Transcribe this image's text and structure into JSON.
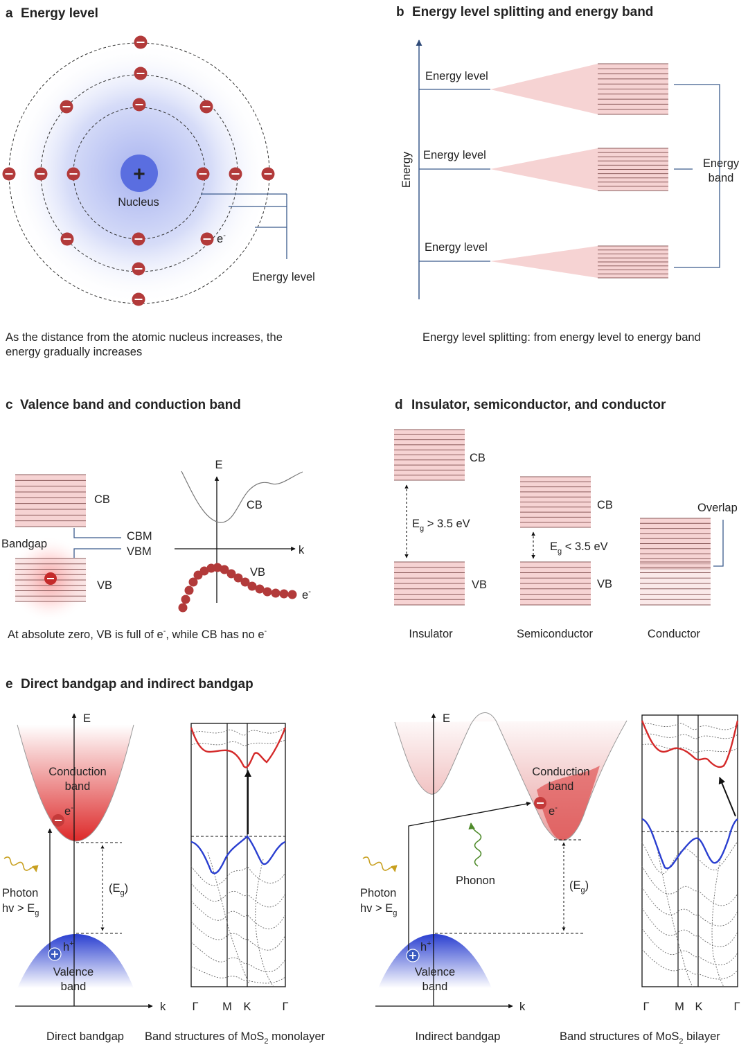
{
  "panels": {
    "a": {
      "letter": "a",
      "title": "Energy level",
      "nucleus_symbol": "+",
      "nucleus_label": "Nucleus",
      "electron_label": "e",
      "electron_sup": "-",
      "energy_level_label": "Energy level",
      "caption_line1": "As the distance from the atomic nucleus increases, the",
      "caption_line2": "energy gradually increases"
    },
    "b": {
      "letter": "b",
      "title": "Energy level splitting and energy band",
      "axis_label": "Energy",
      "level_labels": [
        "Energy level",
        "Energy level",
        "Energy level"
      ],
      "band_label_line1": "Energy",
      "band_label_line2": "band",
      "caption": "Energy level splitting: from energy level to energy band"
    },
    "c": {
      "letter": "c",
      "title": "Valence band and conduction band",
      "cb": "CB",
      "vb": "VB",
      "cbm": "CBM",
      "vbm": "VBM",
      "bandgap": "Bandgap",
      "axis_e": "E",
      "axis_k": "k",
      "curve_cb": "CB",
      "curve_vb": "VB",
      "electron": "e",
      "electron_sup": "-",
      "caption_part1": "At absolute zero, VB is full of  e",
      "caption_sup1": "-",
      "caption_part2": ", while CB has no e",
      "caption_sup2": "-"
    },
    "d": {
      "letter": "d",
      "title": "Insulator, semiconductor, and conductor",
      "cb": "CB",
      "vb": "VB",
      "overlap": "Overlap",
      "eg_main": "E",
      "eg_sub": "g",
      "insulator_gap": " > 3.5 eV",
      "semiconductor_gap": " < 3.5 eV",
      "labels": [
        "Insulator",
        "Semiconductor",
        "Conductor"
      ]
    },
    "e": {
      "letter": "e",
      "title": "Direct bandgap and indirect bandgap",
      "axis_e": "E",
      "axis_k": "k",
      "conduction_line1": "Conduction",
      "conduction_line2": "band",
      "valence_line1": "Valence",
      "valence_line2": "band",
      "electron": "e",
      "electron_sup": "-",
      "hole": "h",
      "hole_sup": "+",
      "photon": "Photon",
      "photon_rel_main": "hv > E",
      "photon_rel_sub": "g",
      "eg_open": "(E",
      "eg_sub": "g",
      "eg_close": ")",
      "phonon": "Phonon",
      "kpoints": [
        "Γ",
        "M",
        "K",
        "Γ"
      ],
      "direct_caption": "Direct bandgap",
      "indirect_caption": "Indirect bandgap",
      "mono_caption_main": "Band structures of MoS",
      "mono_caption_sub": "2",
      "mono_caption_tail": " monolayer",
      "bi_caption_main": "Band structures of MoS",
      "bi_caption_sub": "2",
      "bi_caption_tail": " bilayer"
    }
  },
  "colors": {
    "electron": "#b23a3a",
    "band_fill": "#f6d3d3",
    "band_line": "#8a5a5a",
    "nucleus": "#5a6ee0",
    "cb_red": "#d42a2a",
    "vb_blue": "#2a3fd0",
    "line_blue": "#3a5a8c",
    "phonon_green": "#4e8a2a",
    "photon_gold": "#c8a020"
  }
}
